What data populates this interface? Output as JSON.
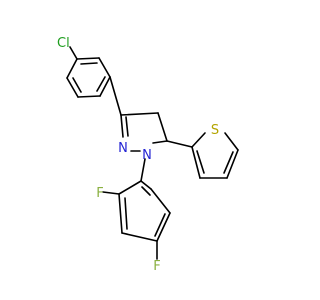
{
  "structure": {
    "atom_labels": {
      "chlorine": "Cl",
      "nitrogen_imine": "N",
      "nitrogen_amine": "N",
      "sulfur": "S",
      "fluorine_ortho": "F",
      "fluorine_para": "F"
    },
    "colors": {
      "bond": "#000000",
      "Cl": "#1f9e1f",
      "N": "#2424d4",
      "S": "#b3a400",
      "F": "#8ab040"
    }
  }
}
